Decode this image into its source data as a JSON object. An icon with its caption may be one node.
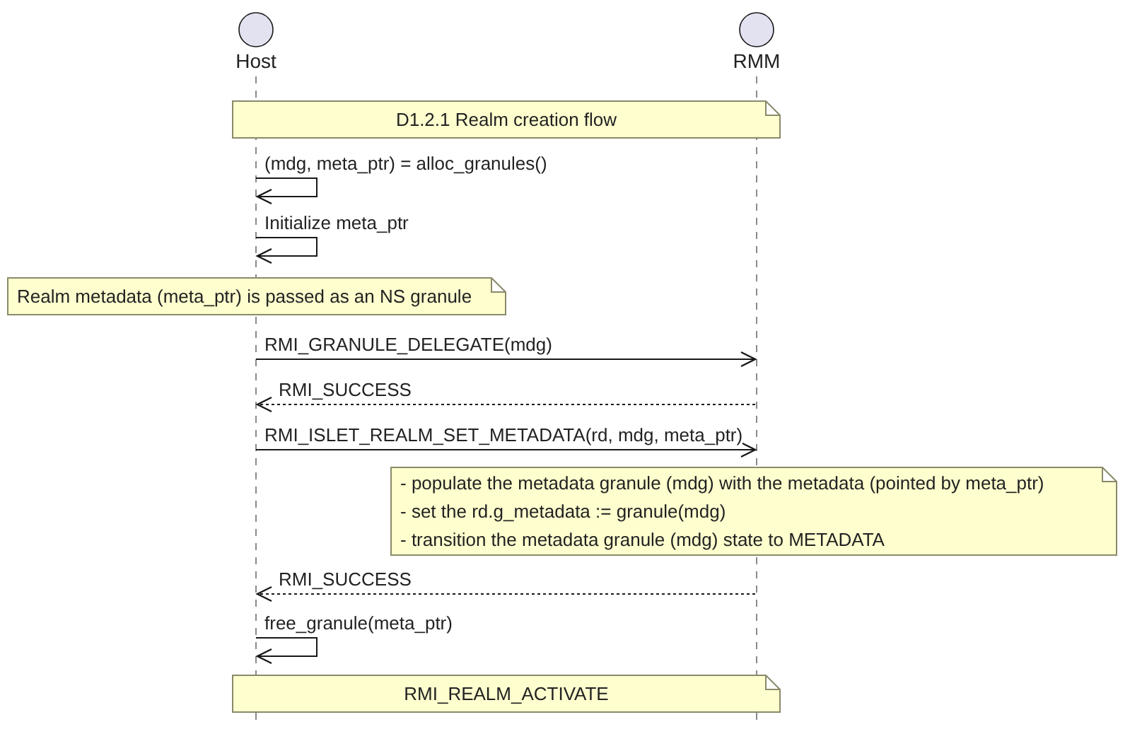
{
  "diagram": {
    "nodes": [
      {
        "text": [
          "Host"
        ]
      },
      {
        "text": [
          "RMM"
        ]
      },
      {
        "text": [
          "D1.2.1 Realm creation flow"
        ]
      },
      {
        "text": [
          "Realm metadata (meta_ptr) is passed as an NS granule"
        ]
      },
      {
        "text": [
          "- populate the metadata granule (mdg) with the metadata (pointed by meta_ptr)",
          "- set the rd.g_metadata := granule(mdg)",
          "- transition the metadata granule (mdg) state to METADATA"
        ]
      },
      {
        "text": [
          "RMI_REALM_ACTIVATE"
        ]
      }
    ],
    "edges": [
      {
        "from": 0,
        "to": 0,
        "arrow": "to",
        "label": "(mdg, meta_ptr) = alloc_granules()"
      },
      {
        "from": 0,
        "to": 0,
        "arrow": "to",
        "label": "Initialize meta_ptr"
      },
      {
        "from": 0,
        "to": 1,
        "arrow": "to",
        "label": "RMI_GRANULE_DELEGATE(mdg)"
      },
      {
        "from": 1,
        "to": 0,
        "arrow": "to",
        "label": "RMI_SUCCESS",
        "style": "dashed"
      },
      {
        "from": 0,
        "to": 1,
        "arrow": "to",
        "label": "RMI_ISLET_REALM_SET_METADATA(rd, mdg, meta_ptr)"
      },
      {
        "from": 1,
        "to": 0,
        "arrow": "to",
        "label": "RMI_SUCCESS",
        "style": "dashed"
      },
      {
        "from": 0,
        "to": 0,
        "arrow": "to",
        "label": "free_granule(meta_ptr)"
      }
    ]
  }
}
